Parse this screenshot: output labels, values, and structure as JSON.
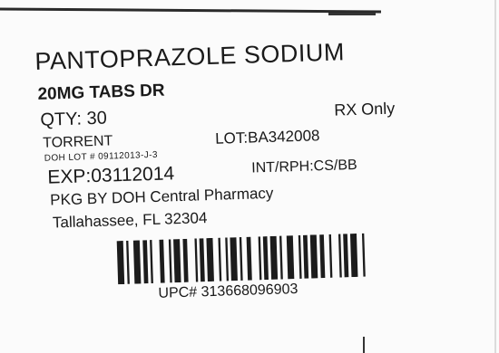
{
  "label": {
    "drug_name": "PANTOPRAZOLE SODIUM",
    "strength": "20MG TABS DR",
    "quantity": "QTY: 30",
    "rx_only": "RX Only",
    "manufacturer": "TORRENT",
    "lot": "LOT:BA342008",
    "doh_lot": "DOH LOT # 09112013-J-3",
    "expiration": "EXP:03112014",
    "int_rph": "INT/RPH:CS/BB",
    "packaged_by": "PKG BY DOH Central Pharmacy",
    "city": "Tallahassee, FL 32304",
    "upc": "UPC# 313668096903"
  }
}
